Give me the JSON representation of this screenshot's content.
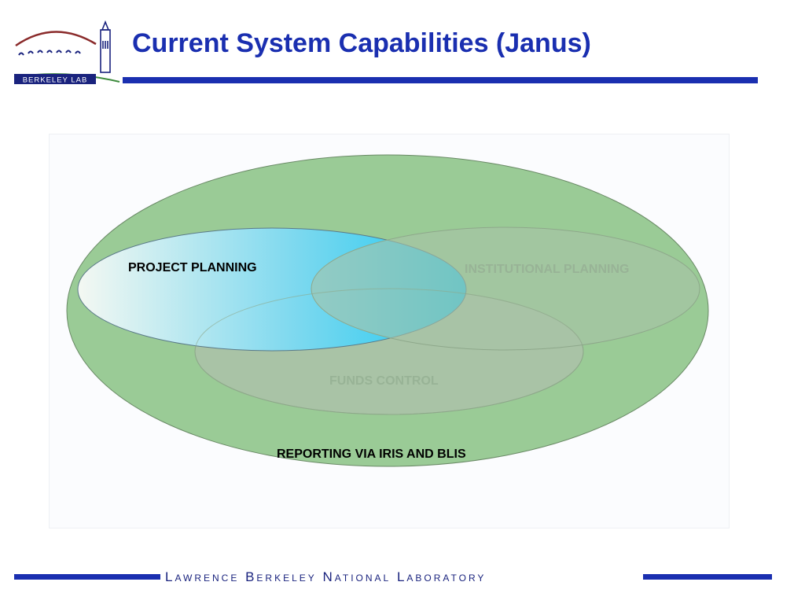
{
  "header": {
    "title": "Current System Capabilities (Janus)",
    "logo_text": "BERKELEY LAB"
  },
  "diagram": {
    "outer_label": "REPORTING VIA IRIS AND BLIS",
    "project_planning": "PROJECT PLANNING",
    "institutional_planning": "INSTITUTIONAL PLANNING",
    "funds_control": "FUNDS CONTROL"
  },
  "footer": {
    "text": "Lawrence Berkeley National Laboratory"
  },
  "colors": {
    "brand_blue": "#1a2fb0",
    "outer_green": "#9acb96",
    "gray_oval": "#a9c3a6",
    "cyan": "#1ec8f0"
  }
}
